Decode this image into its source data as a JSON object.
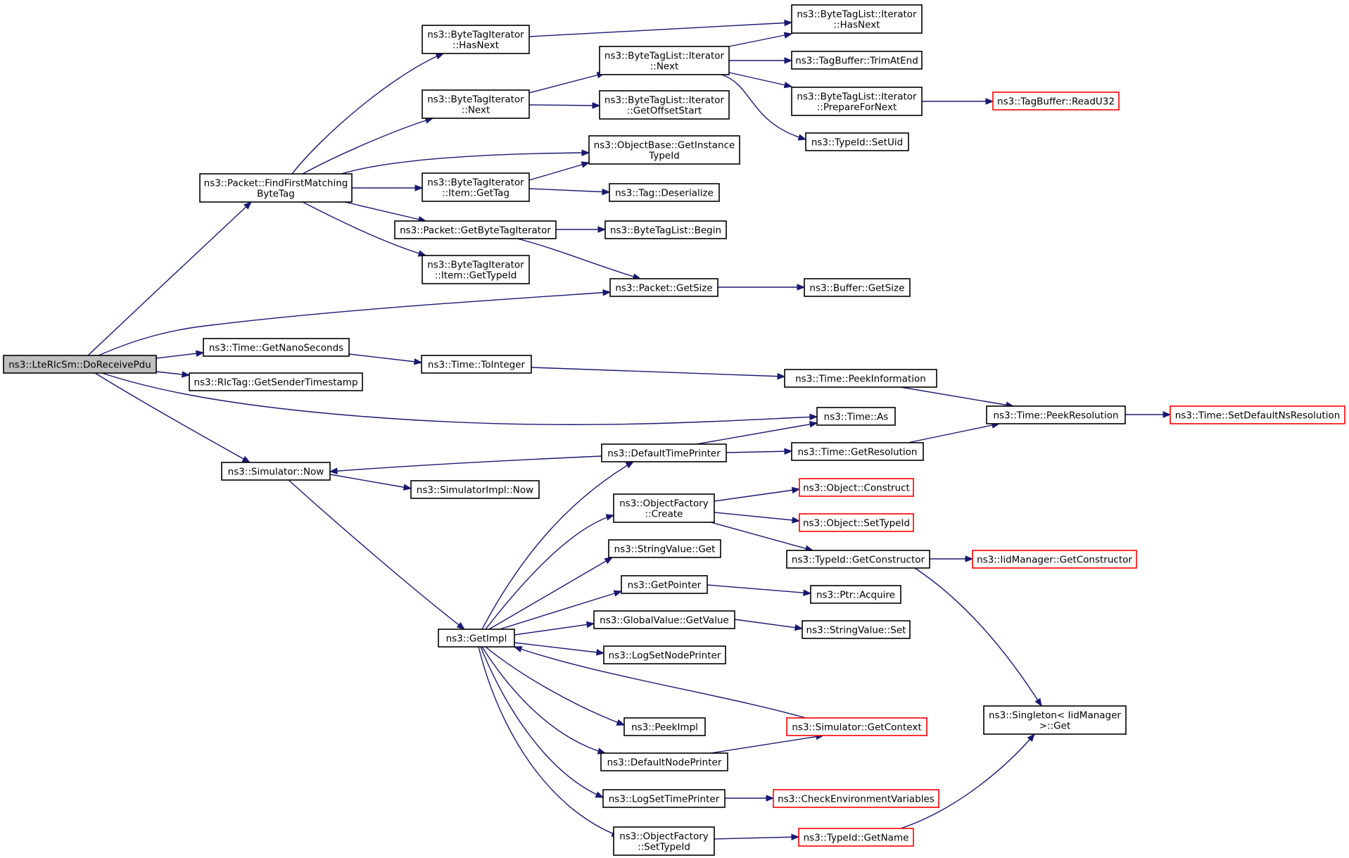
{
  "graph": {
    "edge_color": "#191970",
    "truncated_color": "#ff0000",
    "root_fill": "#bfbfbf",
    "nodes": [
      {
        "id": "n0",
        "lines": [
          "ns3::LteRlcSm::DoReceivePdu"
        ],
        "root": true
      },
      {
        "id": "n1",
        "lines": [
          "ns3::Packet::FindFirstMatching",
          "ByteTag"
        ]
      },
      {
        "id": "n2",
        "lines": [
          "ns3::ByteTagIterator",
          "::HasNext"
        ]
      },
      {
        "id": "n3",
        "lines": [
          "ns3::ByteTagList::Iterator",
          "::HasNext"
        ]
      },
      {
        "id": "n4",
        "lines": [
          "ns3::ByteTagIterator",
          "::Next"
        ]
      },
      {
        "id": "n5",
        "lines": [
          "ns3::ByteTagList::Iterator",
          "::Next"
        ]
      },
      {
        "id": "n6",
        "lines": [
          "ns3::TagBuffer::TrimAtEnd"
        ]
      },
      {
        "id": "n7",
        "lines": [
          "ns3::ByteTagList::Iterator",
          "::PrepareForNext"
        ]
      },
      {
        "id": "n8",
        "lines": [
          "ns3::TagBuffer::ReadU32"
        ],
        "truncated": true
      },
      {
        "id": "n9",
        "lines": [
          "ns3::TypeId::SetUid"
        ]
      },
      {
        "id": "n10",
        "lines": [
          "ns3::ByteTagList::Iterator",
          "::GetOffsetStart"
        ]
      },
      {
        "id": "n11",
        "lines": [
          "ns3::ObjectBase::GetInstance",
          "TypeId"
        ]
      },
      {
        "id": "n12",
        "lines": [
          "ns3::ByteTagIterator",
          "::Item::GetTag"
        ]
      },
      {
        "id": "n13",
        "lines": [
          "ns3::Tag::Deserialize"
        ]
      },
      {
        "id": "n14",
        "lines": [
          "ns3::Packet::GetByteTagIterator"
        ]
      },
      {
        "id": "n15",
        "lines": [
          "ns3::ByteTagList::Begin"
        ]
      },
      {
        "id": "n16",
        "lines": [
          "ns3::ByteTagIterator",
          "::Item::GetTypeId"
        ]
      },
      {
        "id": "n17",
        "lines": [
          "ns3::Packet::GetSize"
        ]
      },
      {
        "id": "n18",
        "lines": [
          "ns3::Buffer::GetSize"
        ]
      },
      {
        "id": "n19",
        "lines": [
          "ns3::Time::GetNanoSeconds"
        ]
      },
      {
        "id": "n20",
        "lines": [
          "ns3::Time::ToInteger"
        ]
      },
      {
        "id": "n21",
        "lines": [
          "ns3::Time::PeekInformation"
        ]
      },
      {
        "id": "n22",
        "lines": [
          "ns3::Time::PeekResolution"
        ]
      },
      {
        "id": "n23",
        "lines": [
          "ns3::Time::SetDefaultNsResolution"
        ],
        "truncated": true
      },
      {
        "id": "n24",
        "lines": [
          "ns3::RlcTag::GetSenderTimestamp"
        ]
      },
      {
        "id": "n25",
        "lines": [
          "ns3::Time::As"
        ]
      },
      {
        "id": "n26",
        "lines": [
          "ns3::Simulator::Now"
        ]
      },
      {
        "id": "n27",
        "lines": [
          "ns3::SimulatorImpl::Now"
        ]
      },
      {
        "id": "n28",
        "lines": [
          "ns3::DefaultTimePrinter"
        ]
      },
      {
        "id": "n29",
        "lines": [
          "ns3::Time::GetResolution"
        ]
      },
      {
        "id": "n30",
        "lines": [
          "ns3::ObjectFactory",
          "::Create"
        ]
      },
      {
        "id": "n31",
        "lines": [
          "ns3::Object::Construct"
        ],
        "truncated": true
      },
      {
        "id": "n32",
        "lines": [
          "ns3::Object::SetTypeId"
        ],
        "truncated": true
      },
      {
        "id": "n33",
        "lines": [
          "ns3::TypeId::GetConstructor"
        ]
      },
      {
        "id": "n34",
        "lines": [
          "ns3::IidManager::GetConstructor"
        ],
        "truncated": true
      },
      {
        "id": "n35",
        "lines": [
          "ns3::StringValue::Get"
        ]
      },
      {
        "id": "n36",
        "lines": [
          "ns3::GetPointer"
        ]
      },
      {
        "id": "n37",
        "lines": [
          "ns3::Ptr::Acquire"
        ]
      },
      {
        "id": "n38",
        "lines": [
          "ns3::GlobalValue::GetValue"
        ]
      },
      {
        "id": "n39",
        "lines": [
          "ns3::StringValue::Set"
        ]
      },
      {
        "id": "n40",
        "lines": [
          "ns3::GetImpl"
        ]
      },
      {
        "id": "n41",
        "lines": [
          "ns3::LogSetNodePrinter"
        ]
      },
      {
        "id": "n42",
        "lines": [
          "ns3::PeekImpl"
        ]
      },
      {
        "id": "n43",
        "lines": [
          "ns3::Simulator::GetContext"
        ],
        "truncated": true
      },
      {
        "id": "n44",
        "lines": [
          "ns3::Singleton< IidManager",
          " >::Get"
        ]
      },
      {
        "id": "n45",
        "lines": [
          "ns3::DefaultNodePrinter"
        ]
      },
      {
        "id": "n46",
        "lines": [
          "ns3::LogSetTimePrinter"
        ]
      },
      {
        "id": "n47",
        "lines": [
          "ns3::CheckEnvironmentVariables"
        ],
        "truncated": true
      },
      {
        "id": "n48",
        "lines": [
          "ns3::ObjectFactory",
          "::SetTypeId"
        ]
      },
      {
        "id": "n49",
        "lines": [
          "ns3::TypeId::GetName"
        ],
        "truncated": true
      }
    ],
    "edges": [
      {
        "from": "n0",
        "to": "n1"
      },
      {
        "from": "n0",
        "to": "n17"
      },
      {
        "from": "n0",
        "to": "n19"
      },
      {
        "from": "n0",
        "to": "n24"
      },
      {
        "from": "n0",
        "to": "n25"
      },
      {
        "from": "n0",
        "to": "n26"
      },
      {
        "from": "n1",
        "to": "n2"
      },
      {
        "from": "n1",
        "to": "n4"
      },
      {
        "from": "n1",
        "to": "n11"
      },
      {
        "from": "n1",
        "to": "n12"
      },
      {
        "from": "n1",
        "to": "n14"
      },
      {
        "from": "n1",
        "to": "n16"
      },
      {
        "from": "n2",
        "to": "n3"
      },
      {
        "from": "n4",
        "to": "n5"
      },
      {
        "from": "n4",
        "to": "n10"
      },
      {
        "from": "n5",
        "to": "n3"
      },
      {
        "from": "n5",
        "to": "n6"
      },
      {
        "from": "n5",
        "to": "n7"
      },
      {
        "from": "n5",
        "to": "n9"
      },
      {
        "from": "n7",
        "to": "n8"
      },
      {
        "from": "n12",
        "to": "n11"
      },
      {
        "from": "n12",
        "to": "n13"
      },
      {
        "from": "n14",
        "to": "n15"
      },
      {
        "from": "n14",
        "to": "n17"
      },
      {
        "from": "n17",
        "to": "n18"
      },
      {
        "from": "n19",
        "to": "n20"
      },
      {
        "from": "n20",
        "to": "n21"
      },
      {
        "from": "n21",
        "to": "n22"
      },
      {
        "from": "n22",
        "to": "n23"
      },
      {
        "from": "n26",
        "to": "n27"
      },
      {
        "from": "n26",
        "to": "n40"
      },
      {
        "from": "n28",
        "to": "n26"
      },
      {
        "from": "n28",
        "to": "n25"
      },
      {
        "from": "n28",
        "to": "n29"
      },
      {
        "from": "n29",
        "to": "n22"
      },
      {
        "from": "n40",
        "to": "n28"
      },
      {
        "from": "n40",
        "to": "n30"
      },
      {
        "from": "n40",
        "to": "n35"
      },
      {
        "from": "n40",
        "to": "n36"
      },
      {
        "from": "n40",
        "to": "n38"
      },
      {
        "from": "n40",
        "to": "n41"
      },
      {
        "from": "n40",
        "to": "n42"
      },
      {
        "from": "n40",
        "to": "n45"
      },
      {
        "from": "n40",
        "to": "n46"
      },
      {
        "from": "n40",
        "to": "n48"
      },
      {
        "from": "n30",
        "to": "n31"
      },
      {
        "from": "n30",
        "to": "n32"
      },
      {
        "from": "n30",
        "to": "n33"
      },
      {
        "from": "n33",
        "to": "n34"
      },
      {
        "from": "n33",
        "to": "n44"
      },
      {
        "from": "n36",
        "to": "n37"
      },
      {
        "from": "n38",
        "to": "n39"
      },
      {
        "from": "n43",
        "to": "n40"
      },
      {
        "from": "n45",
        "to": "n43"
      },
      {
        "from": "n46",
        "to": "n47"
      },
      {
        "from": "n48",
        "to": "n49"
      },
      {
        "from": "n49",
        "to": "n44"
      }
    ]
  }
}
